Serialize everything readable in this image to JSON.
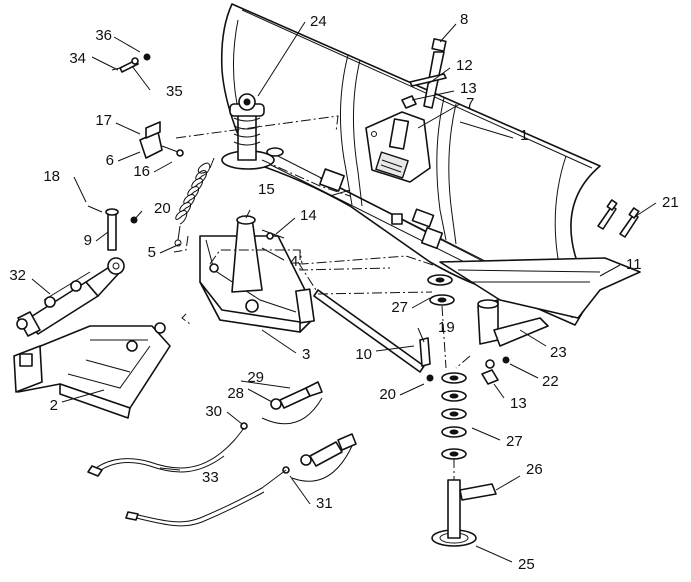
{
  "callouts": {
    "c1": "1",
    "c2": "2",
    "c3": "3",
    "c4": "4",
    "c5": "5",
    "c6": "6",
    "c7": "7",
    "c8": "8",
    "c9": "9",
    "c10": "10",
    "c11": "11",
    "c12": "12",
    "c13a": "13",
    "c13b": "13",
    "c14": "14",
    "c15": "15",
    "c16": "16",
    "c17": "17",
    "c18": "18",
    "c19": "19",
    "c20a": "20",
    "c20b": "20",
    "c21": "21",
    "c22": "22",
    "c23": "23",
    "c24": "24",
    "c25": "25",
    "c26": "26",
    "c27a": "27",
    "c27b": "27",
    "c28": "28",
    "c29": "29",
    "c30": "30",
    "c31": "31",
    "c32": "32",
    "c33": "33",
    "c34": "34",
    "c35": "35",
    "c36": "36"
  }
}
